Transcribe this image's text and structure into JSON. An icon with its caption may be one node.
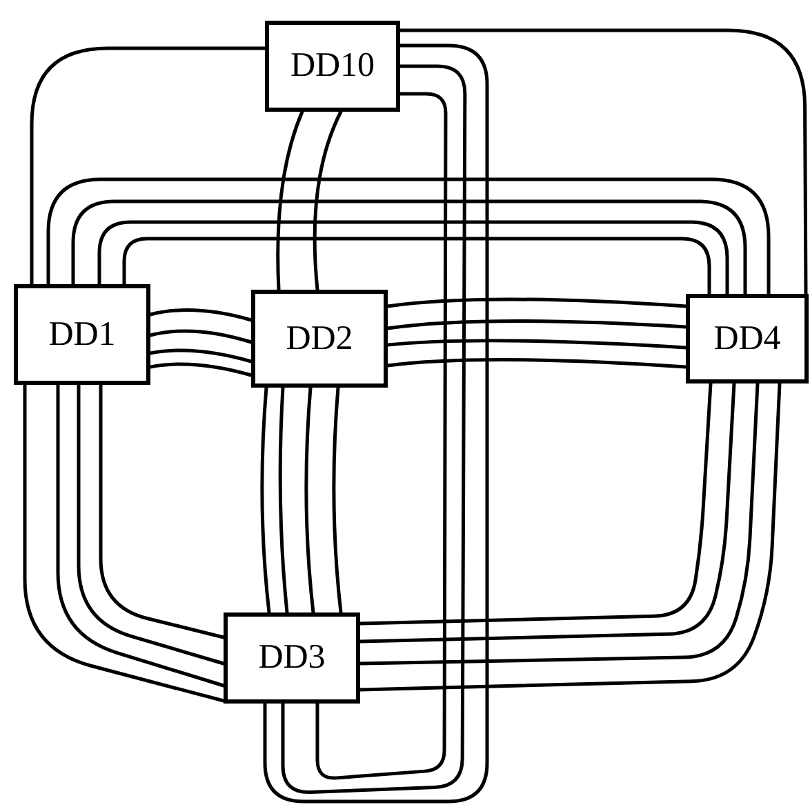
{
  "diagram": {
    "nodes": [
      {
        "text": [
          "DD10"
        ]
      },
      {
        "text": [
          "DD1"
        ]
      },
      {
        "text": [
          "DD2"
        ]
      },
      {
        "text": [
          "DD4"
        ]
      },
      {
        "text": [
          "DD3"
        ]
      }
    ],
    "edges": [
      {
        "from": 0,
        "to": 1,
        "arrow": "none"
      },
      {
        "from": 0,
        "to": 3,
        "arrow": "none"
      },
      {
        "from": 0,
        "to": 2,
        "arrow": "none"
      },
      {
        "from": 0,
        "to": 2,
        "arrow": "none"
      },
      {
        "from": 0,
        "to": 4,
        "arrow": "none"
      },
      {
        "from": 0,
        "to": 4,
        "arrow": "none"
      },
      {
        "from": 0,
        "to": 4,
        "arrow": "none"
      },
      {
        "from": 1,
        "to": 3,
        "arrow": "none"
      },
      {
        "from": 1,
        "to": 3,
        "arrow": "none"
      },
      {
        "from": 1,
        "to": 3,
        "arrow": "none"
      },
      {
        "from": 1,
        "to": 3,
        "arrow": "none"
      },
      {
        "from": 1,
        "to": 2,
        "arrow": "none"
      },
      {
        "from": 1,
        "to": 2,
        "arrow": "none"
      },
      {
        "from": 1,
        "to": 2,
        "arrow": "none"
      },
      {
        "from": 1,
        "to": 2,
        "arrow": "none"
      },
      {
        "from": 1,
        "to": 4,
        "arrow": "none"
      },
      {
        "from": 1,
        "to": 4,
        "arrow": "none"
      },
      {
        "from": 1,
        "to": 4,
        "arrow": "none"
      },
      {
        "from": 1,
        "to": 4,
        "arrow": "none"
      },
      {
        "from": 2,
        "to": 3,
        "arrow": "none"
      },
      {
        "from": 2,
        "to": 3,
        "arrow": "none"
      },
      {
        "from": 2,
        "to": 3,
        "arrow": "none"
      },
      {
        "from": 2,
        "to": 3,
        "arrow": "none"
      },
      {
        "from": 2,
        "to": 4,
        "arrow": "none"
      },
      {
        "from": 2,
        "to": 4,
        "arrow": "none"
      },
      {
        "from": 2,
        "to": 4,
        "arrow": "none"
      },
      {
        "from": 2,
        "to": 4,
        "arrow": "none"
      },
      {
        "from": 4,
        "to": 3,
        "arrow": "none"
      },
      {
        "from": 4,
        "to": 3,
        "arrow": "none"
      },
      {
        "from": 4,
        "to": 3,
        "arrow": "none"
      },
      {
        "from": 4,
        "to": 3,
        "arrow": "none"
      }
    ]
  }
}
